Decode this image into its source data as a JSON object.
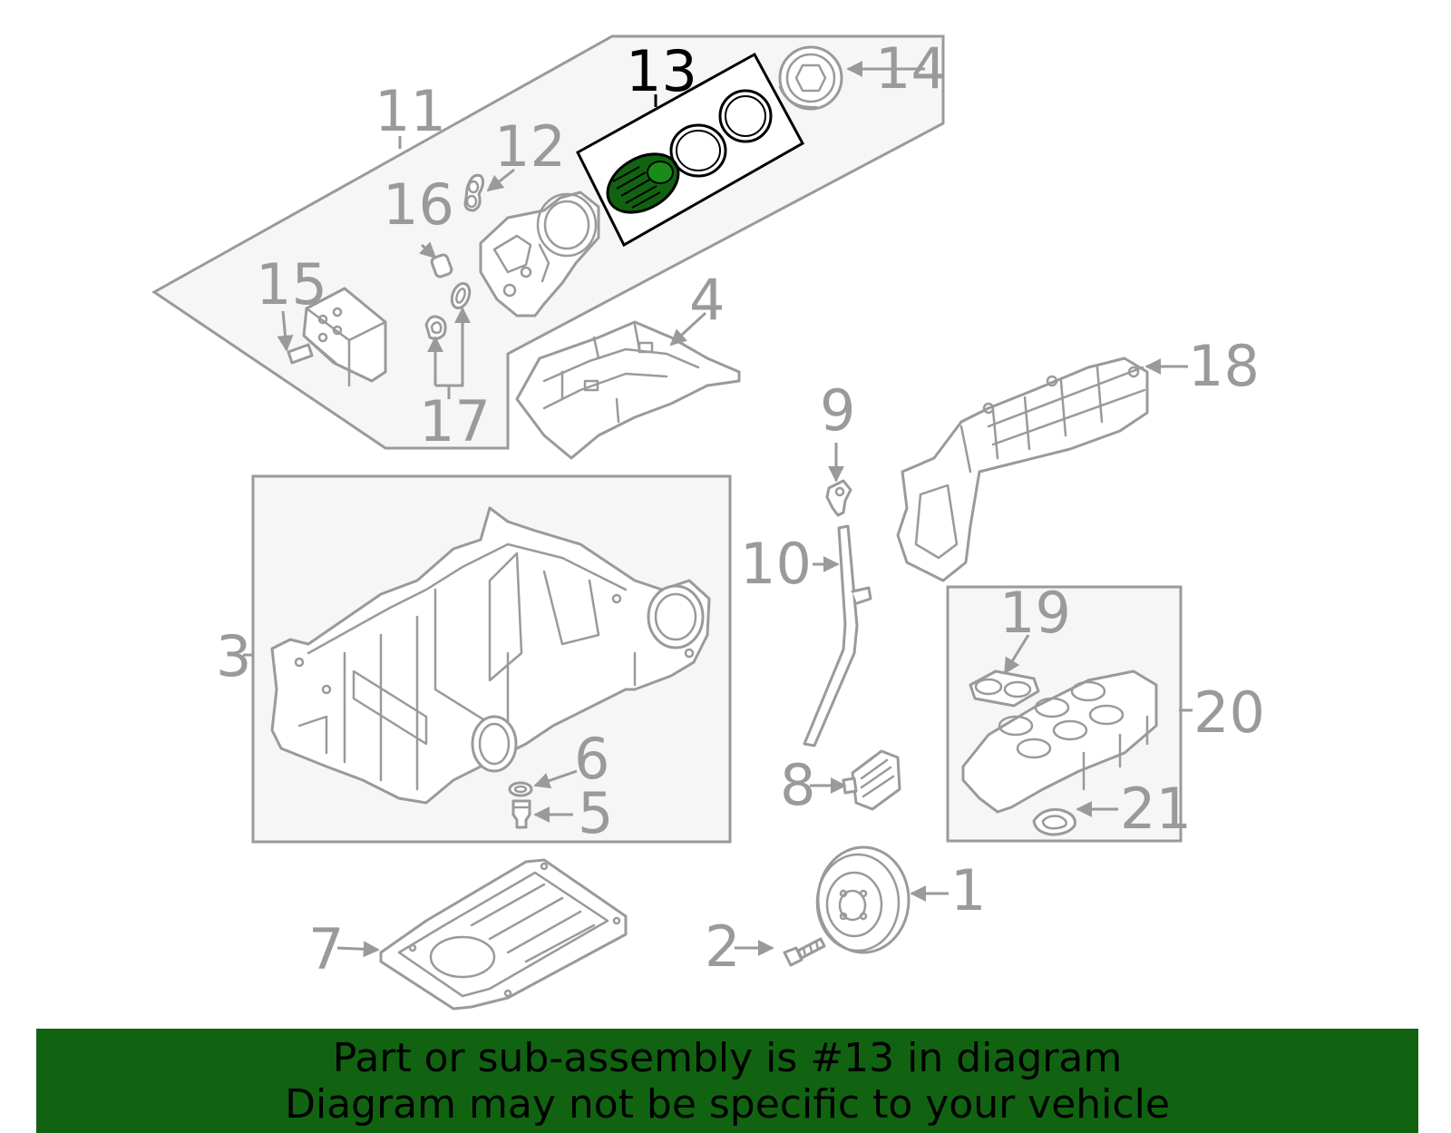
{
  "diagram": {
    "callouts": {
      "c1": "1",
      "c2": "2",
      "c3": "3",
      "c4": "4",
      "c5": "5",
      "c6": "6",
      "c7": "7",
      "c8": "8",
      "c9": "9",
      "c10": "10",
      "c11": "11",
      "c12": "12",
      "c13": "13",
      "c14": "14",
      "c15": "15",
      "c16": "16",
      "c17": "17",
      "c18": "18",
      "c19": "19",
      "c20": "20",
      "c21": "21"
    },
    "highlighted_part": "13",
    "colors": {
      "highlight": "#116311",
      "outline": "#9a9a9a",
      "banner": "#116311",
      "group_fill": "#f6f6f6"
    }
  },
  "banner": {
    "line1": "Part or sub-assembly is #13 in diagram",
    "line2": "Diagram may not be specific to your vehicle"
  }
}
